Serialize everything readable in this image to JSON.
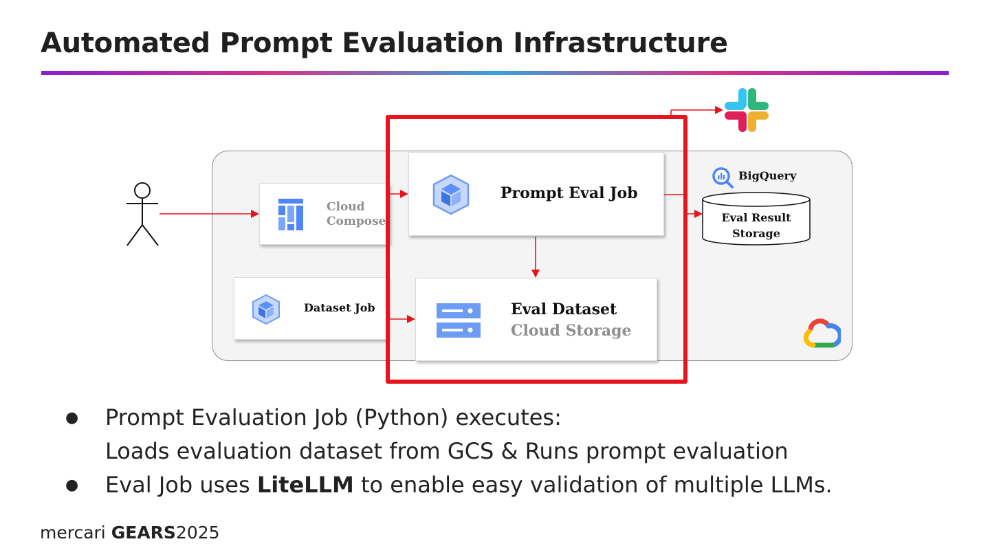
{
  "slide": {
    "title": "Automated Prompt Evaluation Infrastructure"
  },
  "diagram": {
    "cloud_composer_line1": "Cloud",
    "cloud_composer_line2": "Compose",
    "prompt_eval_job": "Prompt Eval Job",
    "dataset_job": "Dataset Job",
    "eval_dataset_title": "Eval Dataset",
    "eval_dataset_subtitle": "Cloud Storage",
    "bigquery_label": "BigQuery",
    "eval_result_line1": "Eval Result",
    "eval_result_line2": "Storage",
    "icons": [
      "actor-icon",
      "cloud-composer-icon",
      "kubernetes-job-icon",
      "cloud-storage-icon",
      "bigquery-icon",
      "slack-icon",
      "google-cloud-icon"
    ],
    "colors": {
      "highlight": "#e8141c",
      "arrow": "#e8141c",
      "gcp_blue": "#5b8ff9"
    }
  },
  "bullets": {
    "item1_line1": "Prompt Evaluation Job (Python) executes:",
    "item1_line2": "Loads evaluation dataset from GCS & Runs prompt evaluation",
    "item2_pre": "Eval Job uses ",
    "item2_bold": "LiteLLM",
    "item2_post": " to enable easy validation of multiple LLMs.",
    "marker": "●"
  },
  "footer": {
    "brand": "mercari",
    "event": "GEARS",
    "year": "2025"
  }
}
